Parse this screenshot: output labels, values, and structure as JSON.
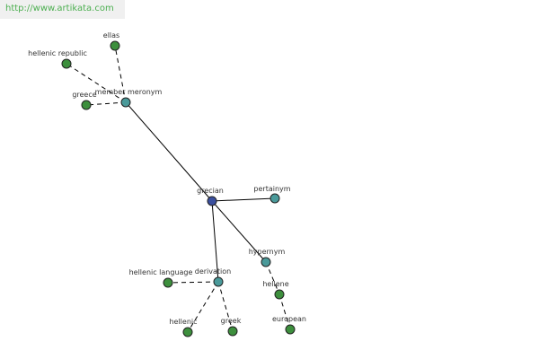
{
  "banner": {
    "url": "http://www.artikata.com"
  },
  "colors": {
    "banner_text": "#4caf50",
    "root_node": "#3a4f9e",
    "relation_node": "#4a9a9a",
    "term_node": "#3d8f3d",
    "edge": "#000000"
  },
  "graph": {
    "root": {
      "label": "grecian"
    },
    "relations": [
      {
        "id": "member-meronym",
        "label": "member meronym"
      },
      {
        "id": "pertainym",
        "label": "pertainym"
      },
      {
        "id": "hypernym",
        "label": "hypernym"
      },
      {
        "id": "derivation",
        "label": "derivation"
      }
    ],
    "terms": [
      {
        "id": "ellas",
        "label": "ellas",
        "relation": "member-meronym"
      },
      {
        "id": "hellenic-republic",
        "label": "hellenic republic",
        "relation": "member-meronym"
      },
      {
        "id": "greece",
        "label": "greece",
        "relation": "member-meronym"
      },
      {
        "id": "hellenic-language",
        "label": "hellenic language",
        "relation": "derivation"
      },
      {
        "id": "hellenic",
        "label": "hellenic",
        "relation": "derivation"
      },
      {
        "id": "greek",
        "label": "greek",
        "relation": "derivation"
      },
      {
        "id": "hellene",
        "label": "hellene",
        "relation": "hypernym"
      },
      {
        "id": "european",
        "label": "european",
        "relation": "hellene"
      }
    ]
  }
}
